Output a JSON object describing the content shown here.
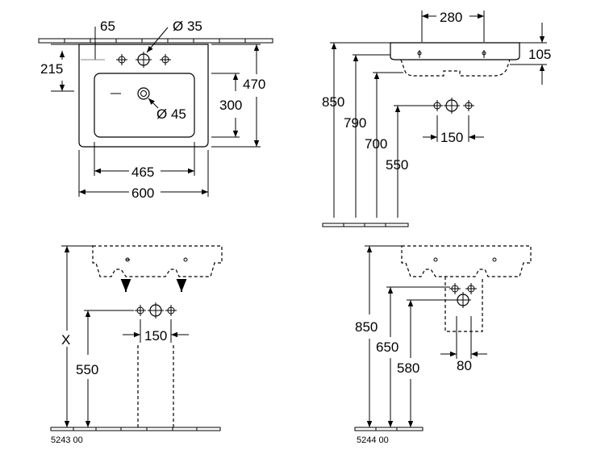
{
  "top_view": {
    "dim_hole_offset": "65",
    "dim_tap_hole": "Ø 35",
    "dim_tap_height": "215",
    "dim_depth": "470",
    "dim_bowl_depth": "300",
    "dim_waste": "Ø 45",
    "dim_bowl_width": "465",
    "dim_width": "600"
  },
  "side_view": {
    "dim_spacing_top": "280",
    "dim_thickness": "105",
    "dim_h850": "850",
    "dim_h790": "790",
    "dim_h700": "700",
    "dim_h550": "550",
    "dim_spacing": "150"
  },
  "front_pedestal": {
    "dim_x": "X",
    "dim_h550": "550",
    "dim_spacing": "150",
    "model": "5243 00"
  },
  "front_semi_pedestal": {
    "dim_h850": "850",
    "dim_h650": "650",
    "dim_h580": "580",
    "dim_width80": "80",
    "model": "5244 00"
  }
}
